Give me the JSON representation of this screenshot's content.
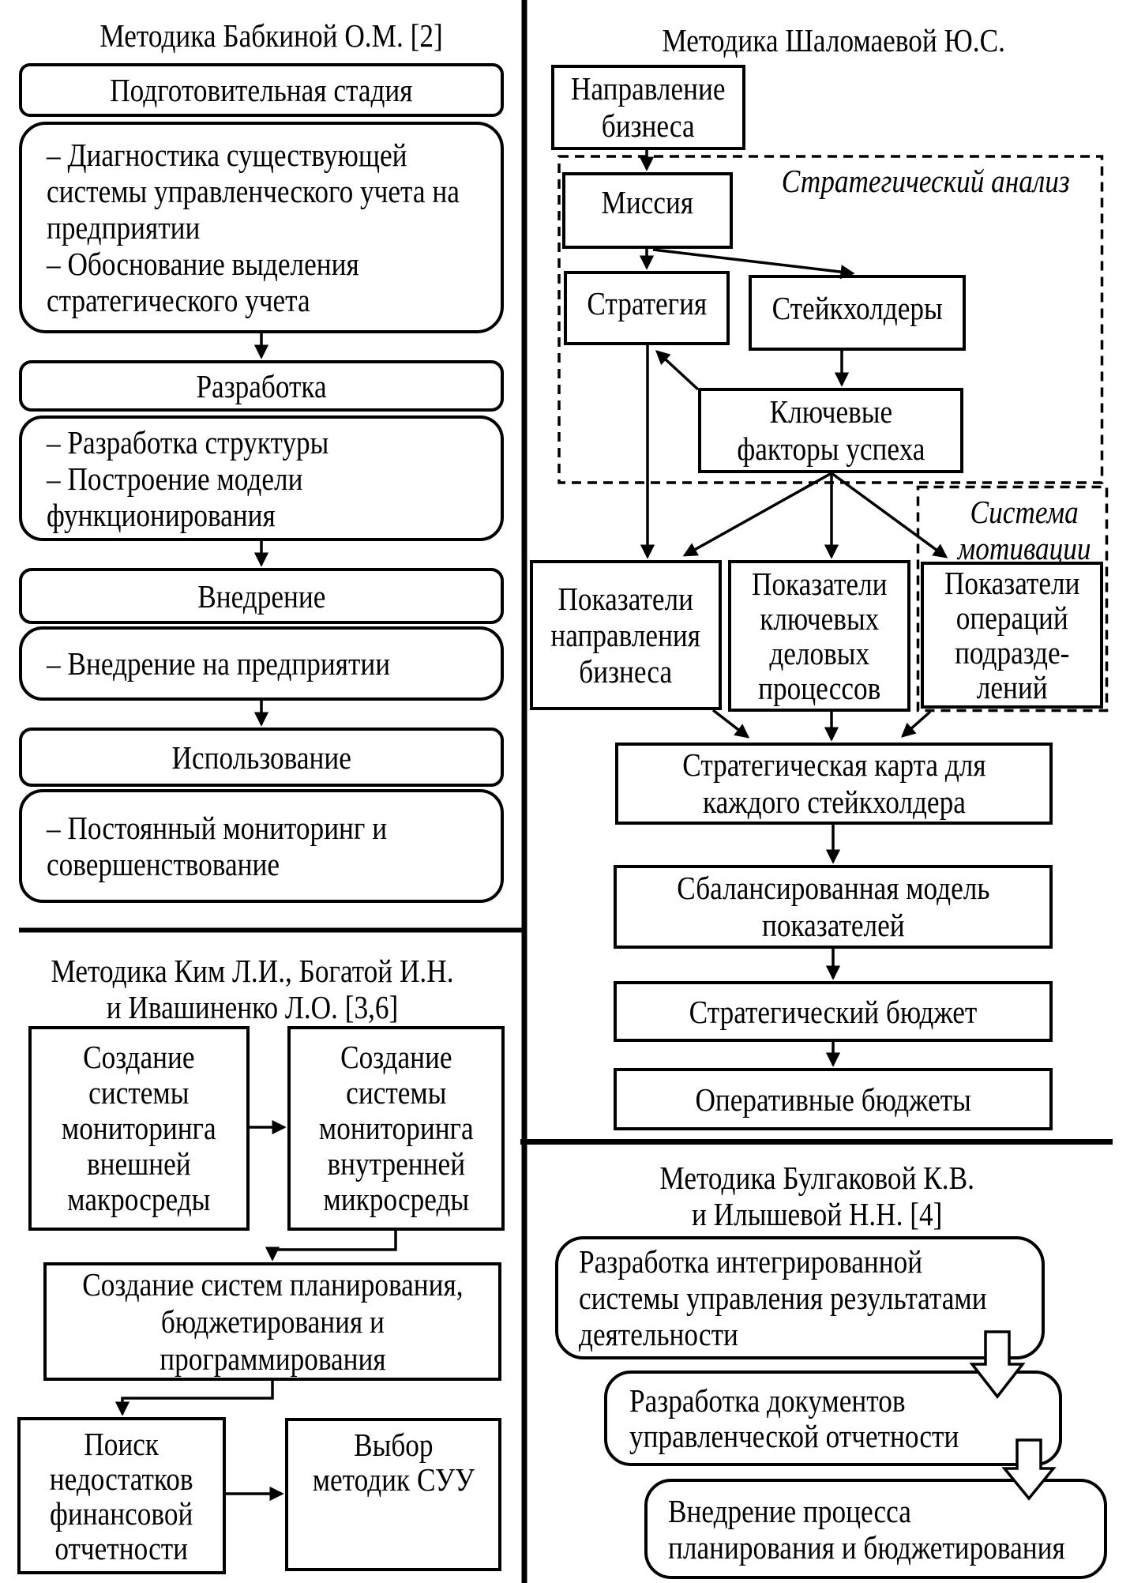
{
  "diagram": {
    "colors": {
      "ink": "#000000",
      "background": "#ffffff"
    },
    "babkina": {
      "title": "Методика Бабкиной О.М. [2]",
      "stage1_header": "Подготовительная стадия",
      "stage1_body": "– Диагностика существующей\nсистемы управленческого учета на\nпредприятии\n– Обоснование выделения\nстратегического учета",
      "stage2_header": "Разработка",
      "stage2_body": "– Разработка структуры\n– Построение модели\nфункционирования",
      "stage3_header": "Внедрение",
      "stage3_body": "– Внедрение на предприятии",
      "stage4_header": "Использование",
      "stage4_body": "– Постоянный мониторинг и\nсовершенствование"
    },
    "kim": {
      "title": "Методика Ким Л.И., Богатой И.Н.\nи Ивашиненко Л.О. [3,6]",
      "box_external_monitoring": "Создание\nсистемы\nмониторинга\nвнешней\nмакросреды",
      "box_internal_monitoring": "Создание\nсистемы\nмониторинга\nвнутренней\nмикросреды",
      "box_planning": "Создание систем планирования,\nбюджетирования и\nпрограммирования",
      "box_search_flaws": "Поиск\nнедостатков\nфинансовой\nотчетности",
      "box_method_choice": "Выбор\nметодик СУУ"
    },
    "shalomaeva": {
      "title": "Методика Шаломаевой Ю.С.",
      "box_business_direction": "Направление\nбизнеса",
      "region_strategic_analysis": "Стратегический анализ",
      "box_mission": "Миссия",
      "box_strategy": "Стратегия",
      "box_stakeholders": "Стейкхолдеры",
      "box_key_success_factors": "Ключевые\nфакторы успеха",
      "box_indicators_business": "Показатели\nнаправления\nбизнеса",
      "box_indicators_processes": "Показатели\nключевых\nделовых\nпроцессов",
      "box_indicators_operations": "Показатели\nопераций\nподразде-\nлений",
      "region_motivation_system": "Система\nмотивации",
      "box_strategic_map": "Стратегическая карта для\nкаждого стейкхолдера",
      "box_balanced_model": "Сбалансированная модель\nпоказателей",
      "box_strategic_budget": "Стратегический бюджет",
      "box_operational_budgets": "Оперативные бюджеты"
    },
    "bulgakova": {
      "title": "Методика Булгаковой К.В.\nи Илышевой Н.Н. [4]",
      "box_integrated_system": "Разработка интегрированной\nсистемы управления результатами\nдеятельности",
      "box_reporting_documents": "Разработка документов\nуправленческой отчетности",
      "box_implementation": "Внедрение процесса\nпланирования и бюджетирования"
    }
  }
}
